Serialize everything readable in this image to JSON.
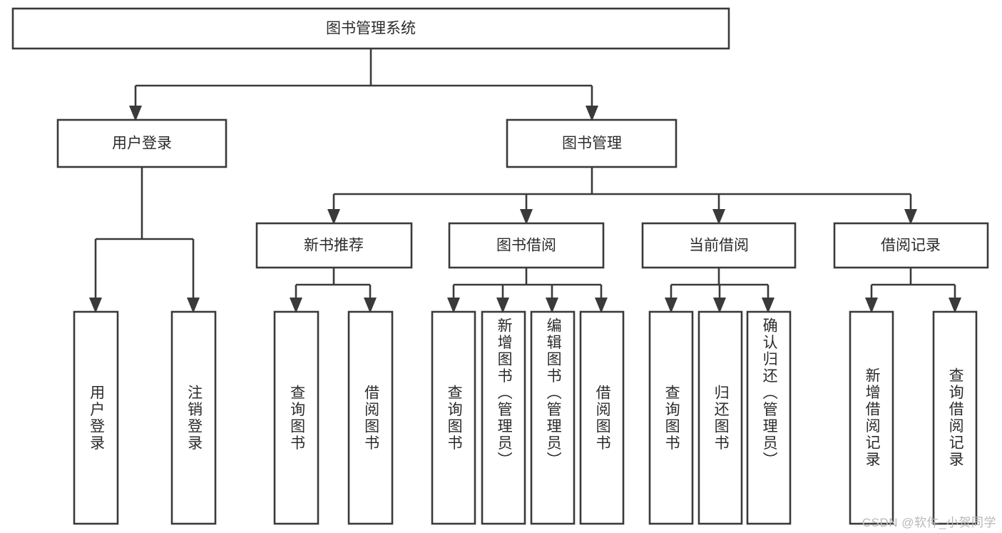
{
  "diagram": {
    "title": "图书管理系统",
    "type": "tree-hierarchy",
    "watermark": "CSDN @软件_小贺同学",
    "colors": {
      "box_stroke": "#3a3a3a",
      "box_fill": "#ffffff",
      "text": "#2b2b2b",
      "watermark": "#b8b8b8",
      "background": "#ffffff"
    },
    "levels": {
      "level1": "root",
      "level2": "modules",
      "level3": "submodules",
      "level4": "functions"
    },
    "nodes": {
      "root": {
        "label": "图书管理系统",
        "orientation": "horizontal"
      },
      "user_login": {
        "label": "用户登录",
        "orientation": "horizontal"
      },
      "book_manage": {
        "label": "图书管理",
        "orientation": "horizontal"
      },
      "new_book_rec": {
        "label": "新书推荐",
        "orientation": "horizontal"
      },
      "book_borrow": {
        "label": "图书借阅",
        "orientation": "horizontal"
      },
      "current_borrow": {
        "label": "当前借阅",
        "orientation": "horizontal"
      },
      "borrow_record": {
        "label": "借阅记录",
        "orientation": "horizontal"
      },
      "leaf_user_login": {
        "label": "用户登录",
        "orientation": "vertical"
      },
      "leaf_logout": {
        "label": "注销登录",
        "orientation": "vertical"
      },
      "leaf_query_book_1": {
        "label": "查询图书",
        "orientation": "vertical"
      },
      "leaf_borrow_book_1": {
        "label": "借阅图书",
        "orientation": "vertical"
      },
      "leaf_query_book_2": {
        "label": "查询图书",
        "orientation": "vertical"
      },
      "leaf_add_book": {
        "label": "新增图书（管理员）",
        "orientation": "vertical"
      },
      "leaf_edit_book": {
        "label": "编辑图书（管理员）",
        "orientation": "vertical"
      },
      "leaf_borrow_book_2": {
        "label": "借阅图书",
        "orientation": "vertical"
      },
      "leaf_query_book_3": {
        "label": "查询图书",
        "orientation": "vertical"
      },
      "leaf_return_book": {
        "label": "归还图书",
        "orientation": "vertical"
      },
      "leaf_confirm_return": {
        "label": "确认归还（管理员）",
        "orientation": "vertical"
      },
      "leaf_add_record": {
        "label": "新增借阅记录",
        "orientation": "vertical"
      },
      "leaf_query_record": {
        "label": "查询借阅记录",
        "orientation": "vertical"
      }
    },
    "edges": [
      {
        "from": "root",
        "to": "user_login"
      },
      {
        "from": "root",
        "to": "book_manage"
      },
      {
        "from": "user_login",
        "to": "leaf_user_login"
      },
      {
        "from": "user_login",
        "to": "leaf_logout"
      },
      {
        "from": "book_manage",
        "to": "new_book_rec"
      },
      {
        "from": "book_manage",
        "to": "book_borrow"
      },
      {
        "from": "book_manage",
        "to": "current_borrow"
      },
      {
        "from": "book_manage",
        "to": "borrow_record"
      },
      {
        "from": "new_book_rec",
        "to": "leaf_query_book_1"
      },
      {
        "from": "new_book_rec",
        "to": "leaf_borrow_book_1"
      },
      {
        "from": "book_borrow",
        "to": "leaf_query_book_2"
      },
      {
        "from": "book_borrow",
        "to": "leaf_add_book"
      },
      {
        "from": "book_borrow",
        "to": "leaf_edit_book"
      },
      {
        "from": "book_borrow",
        "to": "leaf_borrow_book_2"
      },
      {
        "from": "current_borrow",
        "to": "leaf_query_book_3"
      },
      {
        "from": "current_borrow",
        "to": "leaf_return_book"
      },
      {
        "from": "current_borrow",
        "to": "leaf_confirm_return"
      },
      {
        "from": "borrow_record",
        "to": "leaf_add_record"
      },
      {
        "from": "borrow_record",
        "to": "leaf_query_record"
      }
    ]
  }
}
